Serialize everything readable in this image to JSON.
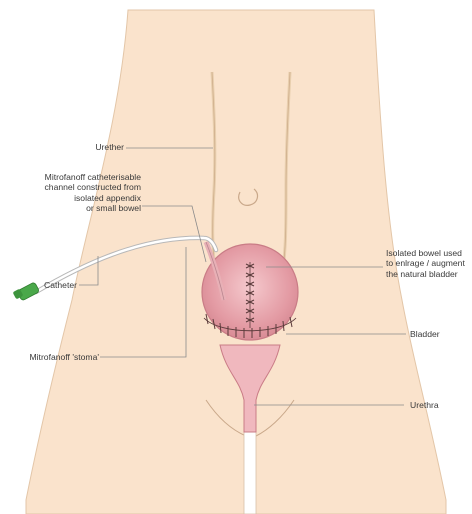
{
  "labels": {
    "urether": "Urether",
    "mitrofanoff_channel": "Mitrofanoff catheterisable\nchannel constructed from\nisolated appendix\nor small bowel",
    "catheter": "Catheter",
    "mitrofanoff_stoma": "Mitrofanoff 'stoma'",
    "isolated_bowel": "Isolated bowel used\nto enlrage / augment\nthe natural bladder",
    "bladder": "Bladder",
    "urethra": "Urethra"
  },
  "colors": {
    "skin": "#fae3cc",
    "skin_outline": "#d9b99a",
    "bladder_fill": "#e6a0a8",
    "bladder_outline": "#c97c86",
    "stitch": "#5a3a3a",
    "catheter_tip": "#4aa84a",
    "leader_line": "#8a8a8a"
  }
}
